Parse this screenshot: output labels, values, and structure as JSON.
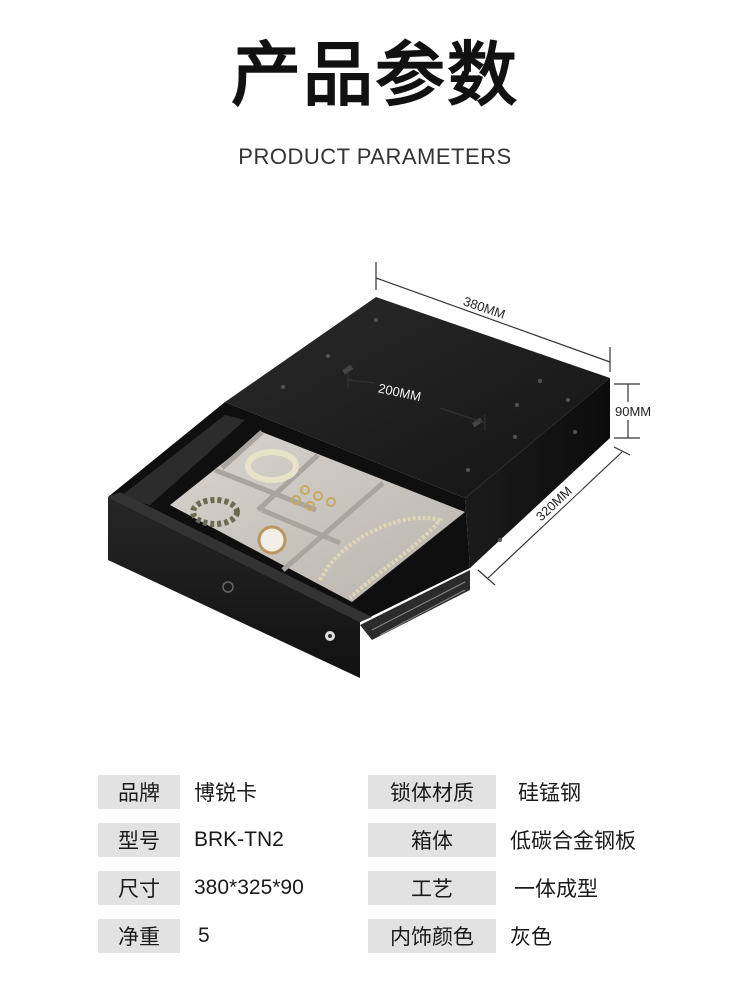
{
  "header": {
    "title": "产品参数",
    "subtitle": "PRODUCT PARAMETERS"
  },
  "dimensions": {
    "width": "380MM",
    "inner": "200MM",
    "height": "90MM",
    "depth": "320MM"
  },
  "params": {
    "left": [
      {
        "label": "品牌",
        "value": "博锐卡"
      },
      {
        "label": "型号",
        "value": "BRK-TN2"
      },
      {
        "label": "尺寸",
        "value": "380*325*90"
      },
      {
        "label": "净重",
        "value": "5"
      }
    ],
    "right": [
      {
        "label": "锁体材质",
        "value": "硅锰钢"
      },
      {
        "label": "箱体",
        "value": "低碳合金钢板"
      },
      {
        "label": "工艺",
        "value": "一体成型"
      },
      {
        "label": "内饰颜色",
        "value": "灰色"
      }
    ]
  },
  "colors": {
    "box": "#1e1e1e",
    "tray": "#cfcbc5",
    "label_bg": "#e2e2e2"
  }
}
